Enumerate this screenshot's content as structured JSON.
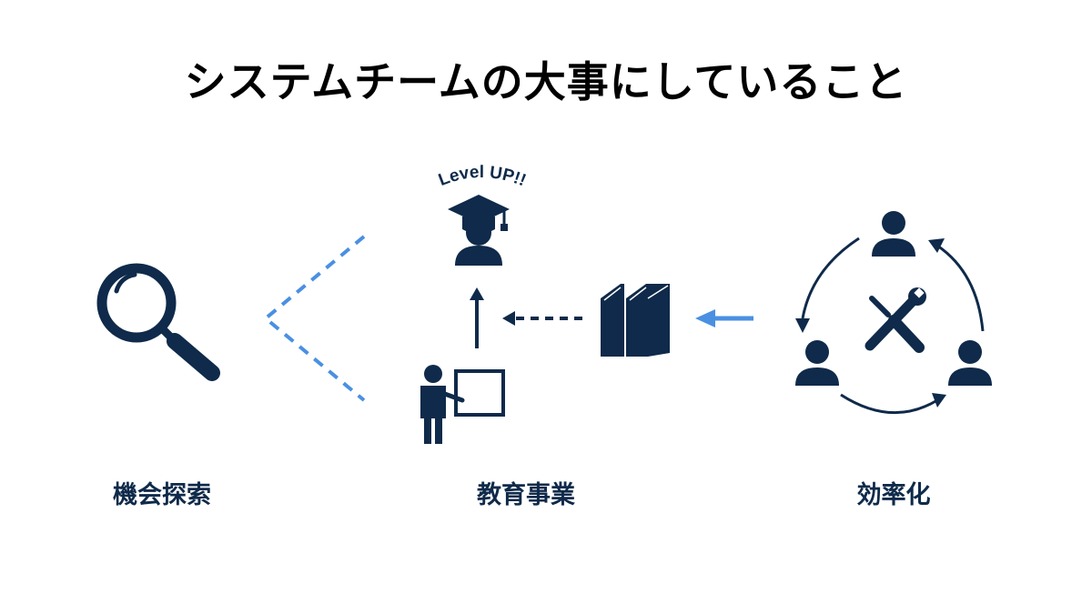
{
  "title": "システムチームの大事にしていること",
  "badge_text": "Level UP!!",
  "columns": [
    {
      "label": "機会探索",
      "icon": "magnifier-icon"
    },
    {
      "label": "教育事業",
      "icon": "teacher-board-icon"
    },
    {
      "label": "効率化",
      "icon": "tools-cycle-icon"
    }
  ],
  "colors": {
    "navy": "#0f2a4a",
    "accent_blue": "#4a90e2",
    "text": "#000000"
  }
}
